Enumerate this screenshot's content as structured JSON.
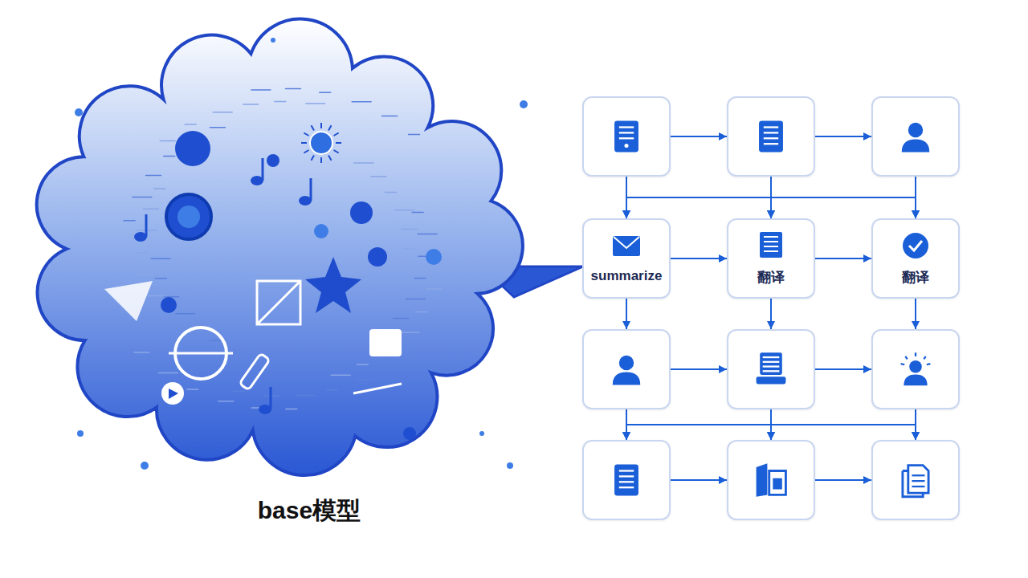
{
  "diagram": {
    "nodes": [
      {
        "text": [
          "base模型"
        ]
      },
      {
        "text": []
      },
      {
        "text": []
      },
      {
        "text": []
      },
      {
        "text": [
          "summarize"
        ]
      },
      {
        "text": [
          "翻译"
        ]
      },
      {
        "text": [
          "翻译"
        ]
      },
      {
        "text": []
      },
      {
        "text": []
      },
      {
        "text": []
      },
      {
        "text": []
      },
      {
        "text": []
      },
      {
        "text": []
      }
    ],
    "edges": [
      {
        "from": 1,
        "to": 2,
        "arrow": "to"
      },
      {
        "from": 2,
        "to": 3,
        "arrow": "to"
      },
      {
        "from": 4,
        "to": 5,
        "arrow": "to"
      },
      {
        "from": 5,
        "to": 6,
        "arrow": "to"
      },
      {
        "from": 7,
        "to": 8,
        "arrow": "to"
      },
      {
        "from": 8,
        "to": 9,
        "arrow": "to"
      },
      {
        "from": 10,
        "to": 11,
        "arrow": "to"
      },
      {
        "from": 11,
        "to": 12,
        "arrow": "to"
      },
      {
        "from": 1,
        "to": 4,
        "arrow": "to"
      },
      {
        "from": 1,
        "to": 5,
        "arrow": "to"
      },
      {
        "from": 1,
        "to": 6,
        "arrow": "to"
      },
      {
        "from": 2,
        "to": 4,
        "arrow": "to"
      },
      {
        "from": 2,
        "to": 5,
        "arrow": "to"
      },
      {
        "from": 2,
        "to": 6,
        "arrow": "to"
      },
      {
        "from": 3,
        "to": 4,
        "arrow": "to"
      },
      {
        "from": 3,
        "to": 5,
        "arrow": "to"
      },
      {
        "from": 3,
        "to": 6,
        "arrow": "to"
      },
      {
        "from": 4,
        "to": 7,
        "arrow": "to"
      },
      {
        "from": 5,
        "to": 8,
        "arrow": "to"
      },
      {
        "from": 6,
        "to": 9,
        "arrow": "to"
      },
      {
        "from": 7,
        "to": 10,
        "arrow": "to"
      },
      {
        "from": 7,
        "to": 11,
        "arrow": "to"
      },
      {
        "from": 7,
        "to": 12,
        "arrow": "to"
      },
      {
        "from": 8,
        "to": 10,
        "arrow": "to"
      },
      {
        "from": 8,
        "to": 11,
        "arrow": "to"
      },
      {
        "from": 8,
        "to": 12,
        "arrow": "to"
      },
      {
        "from": 9,
        "to": 10,
        "arrow": "to"
      },
      {
        "from": 9,
        "to": 11,
        "arrow": "to"
      },
      {
        "from": 9,
        "to": 12,
        "arrow": "to"
      }
    ]
  }
}
